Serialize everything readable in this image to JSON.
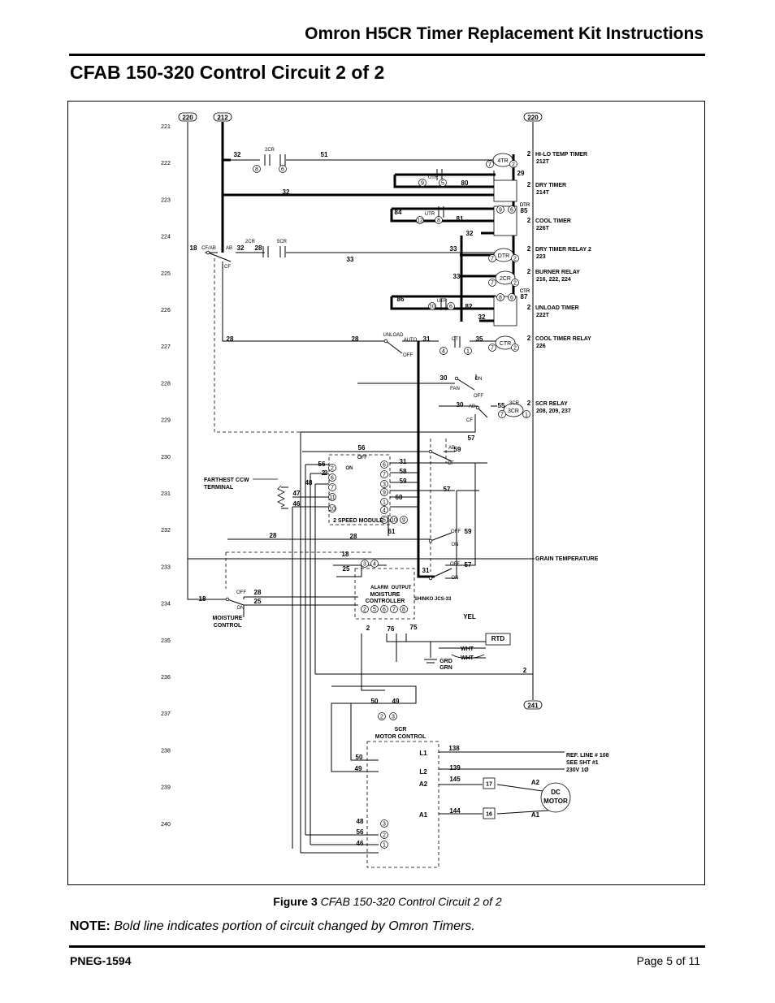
{
  "header": {
    "title": "Omron H5CR Timer Replacement Kit Instructions"
  },
  "section": {
    "title": "CFAB 150-320 Control Circuit 2 of 2"
  },
  "diagram": {
    "rail_tags": [
      "220",
      "212",
      "220",
      "241"
    ],
    "line_numbers": [
      "221",
      "222",
      "223",
      "224",
      "225",
      "226",
      "227",
      "228",
      "229",
      "230",
      "231",
      "232",
      "233",
      "234",
      "235",
      "236",
      "237",
      "238",
      "239",
      "240"
    ],
    "wire_labels": [
      "32",
      "51",
      "32",
      "80",
      "29",
      "84",
      "81",
      "85",
      "32",
      "18",
      "32",
      "28",
      "33",
      "33",
      "33",
      "86",
      "82",
      "87",
      "32",
      "28",
      "28",
      "31",
      "35",
      "30",
      "30",
      "55",
      "57",
      "56",
      "56",
      "2",
      "48",
      "47",
      "46",
      "31",
      "58",
      "59",
      "60",
      "57",
      "59",
      "61",
      "28",
      "28",
      "18",
      "25",
      "31",
      "59",
      "57",
      "28",
      "18",
      "25",
      "2",
      "76",
      "75",
      "2",
      "50",
      "49",
      "50",
      "49",
      "138",
      "139",
      "145",
      "144",
      "48",
      "56",
      "46",
      "2"
    ],
    "relay_labels": [
      "4TR",
      "DTR",
      "2CR",
      "CTR",
      "3CR"
    ],
    "contact_labels": [
      "2CR",
      "2CR",
      "5CR",
      "UTR",
      "UTR",
      "UTR",
      "CT",
      "UNLOAD",
      "AUTO",
      "OFF",
      "ON",
      "FAN",
      "OFF",
      "CF/AB",
      "AB",
      "CF",
      "AB",
      "CF",
      "AB",
      "CF",
      "OFF",
      "ON",
      "OFF",
      "ON",
      "OFF",
      "ON",
      "OFF",
      "ON",
      "DTR",
      "CTR",
      "3CR"
    ],
    "pin_labels": [
      "7",
      "2",
      "8",
      "6",
      "9",
      "5",
      "12",
      "8",
      "10",
      "6",
      "7",
      "2",
      "7",
      "2",
      "7",
      "2",
      "9",
      "6",
      "8",
      "6",
      "7",
      "1",
      "2",
      "3",
      "4",
      "1",
      "3",
      "4",
      "2",
      "5",
      "6",
      "7",
      "11",
      "10",
      "9",
      "1",
      "4",
      "3",
      "7",
      "6",
      "2",
      "5",
      "10",
      "9",
      "8",
      "7",
      "6",
      "3",
      "2",
      "1",
      "17",
      "16"
    ],
    "loads": [
      {
        "label": "HI-LO TEMP TIMER",
        "ref": "212T"
      },
      {
        "label": "DRY TIMER",
        "ref": "214T"
      },
      {
        "label": "COOL TIMER",
        "ref": "226T"
      },
      {
        "label": "DRY TIMER RELAY 2",
        "ref": "223"
      },
      {
        "label": "BURNER RELAY",
        "ref": "216, 222, 224"
      },
      {
        "label": "UNLOAD TIMER",
        "ref": "222T"
      },
      {
        "label": "COOL TIMER RELAY",
        "ref": "226"
      },
      {
        "label": "SCR RELAY",
        "ref": "208, 209, 237"
      },
      {
        "label": "GRAIN TEMPERATURE",
        "ref": ""
      }
    ],
    "misc_labels": {
      "farthest_1": "FARTHEST CCW",
      "farthest_2": "TERMINAL",
      "speed_module": "2 SPEED MODULE",
      "off": "OFF",
      "on": "ON",
      "alarm": "ALARM",
      "output": "OUTPUT",
      "moist_ctrl_1": "MOISTURE",
      "moist_ctrl_2": "CONTROLLER",
      "shinko": "SHINKO JCS-33",
      "moist_sw_1": "MOISTURE",
      "moist_sw_2": "CONTROL",
      "yel": "YEL",
      "rtd": "RTD",
      "wht1": "WHT",
      "wht2": "WHT",
      "grd": "GRD",
      "grn": "GRN",
      "scr_1": "SCR",
      "scr_2": "MOTOR CONTROL",
      "l1": "L1",
      "l2": "L2",
      "a2": "A2",
      "a1": "A1",
      "a2m": "A2",
      "a1m": "A1",
      "ref_1": "REF. LINE # 108",
      "ref_2": "SEE SHT #1",
      "ref_3": "230V 1Ø",
      "dc": "DC",
      "motor": "MOTOR",
      "ctr_top": "CTR",
      "dtr_top": "DTR"
    }
  },
  "caption": {
    "label": "Figure 3",
    "text": "CFAB 150-320 Control Circuit 2 of 2"
  },
  "note": {
    "label": "NOTE:",
    "text": "Bold line indicates portion of circuit changed by Omron Timers."
  },
  "footer": {
    "doc": "PNEG-1594",
    "page": "Page 5 of 11"
  }
}
